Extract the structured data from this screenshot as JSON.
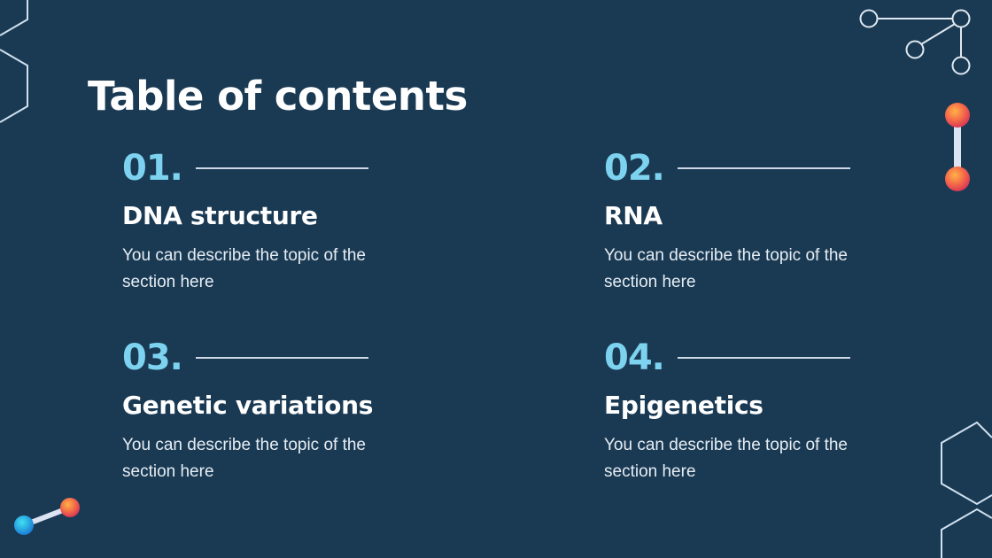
{
  "slide": {
    "title": "Table of contents",
    "background": "#1a3a54",
    "accent_color": "#7dd3ef",
    "sections": [
      {
        "number": "01.",
        "title": "DNA structure",
        "description": "You can describe the topic of the section here"
      },
      {
        "number": "02.",
        "title": "RNA",
        "description": "You can describe the topic of the section here"
      },
      {
        "number": "03.",
        "title": "Genetic variations",
        "description": "You can describe the topic of the section here"
      },
      {
        "number": "04.",
        "title": "Epigenetics",
        "description": "You can describe the topic of the section here"
      }
    ]
  },
  "decorations": {
    "icons": [
      "hexagon-outline-icon",
      "molecule-network-icon",
      "molecule-dumbbell-icon"
    ]
  }
}
